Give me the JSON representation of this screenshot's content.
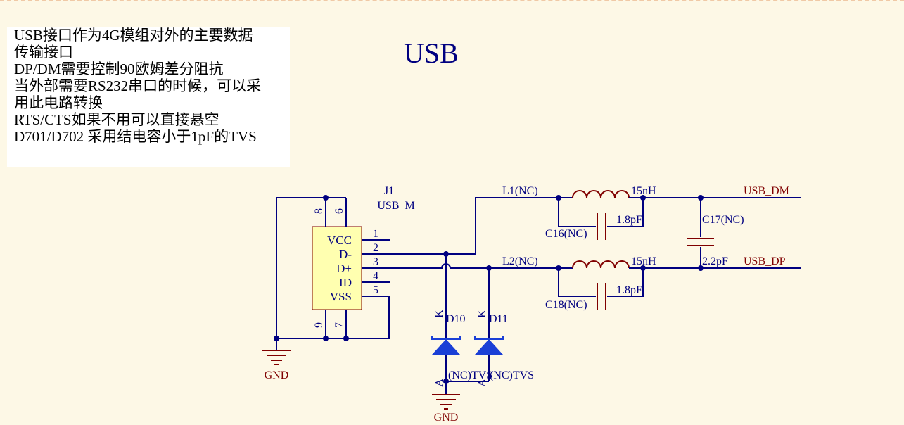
{
  "notes": [
    "USB接口作为4G模组对外的主要数据",
    "传输接口",
    "DP/DM需要控制90欧姆差分阻抗",
    "当外部需要RS232串口的时候，可以采",
    "用此电路转换",
    "RTS/CTS如果不用可以直接悬空",
    "D701/D702 采用结电容小于1pF的TVS"
  ],
  "title": "USB",
  "connector": {
    "ref": "J1",
    "value": "USB_M",
    "pins_left_labels": [
      "VCC",
      "D-",
      "D+",
      "ID",
      "VSS"
    ],
    "pin_numbers_right": [
      "1",
      "2",
      "3",
      "4",
      "5"
    ],
    "pin_numbers_top": [
      "8",
      "6"
    ],
    "pin_numbers_bottom": [
      "9",
      "7"
    ]
  },
  "inductors": [
    {
      "ref": "L1(NC)",
      "value": "15nH"
    },
    {
      "ref": "L2(NC)",
      "value": "15nH"
    }
  ],
  "capacitors": [
    {
      "ref": "C16(NC)",
      "value": "1.8pF"
    },
    {
      "ref": "C18(NC)",
      "value": "1.8pF"
    },
    {
      "ref": "C17(NC)",
      "value": "2.2pF"
    }
  ],
  "diodes": [
    {
      "ref": "D10",
      "value": "(NC)TVS",
      "k_label": "K",
      "a_label": "A"
    },
    {
      "ref": "D11",
      "value": "(NC)TVS",
      "k_label": "K",
      "a_label": "A"
    }
  ],
  "nets": {
    "dm": "USB_DM",
    "dp": "USB_DP",
    "gnd": "GND"
  },
  "colors": {
    "wire": "#000080",
    "net_label": "#800000",
    "diode": "#1a3fd6",
    "component_fill": "#ffffb0",
    "background": "#fdf8e6"
  }
}
